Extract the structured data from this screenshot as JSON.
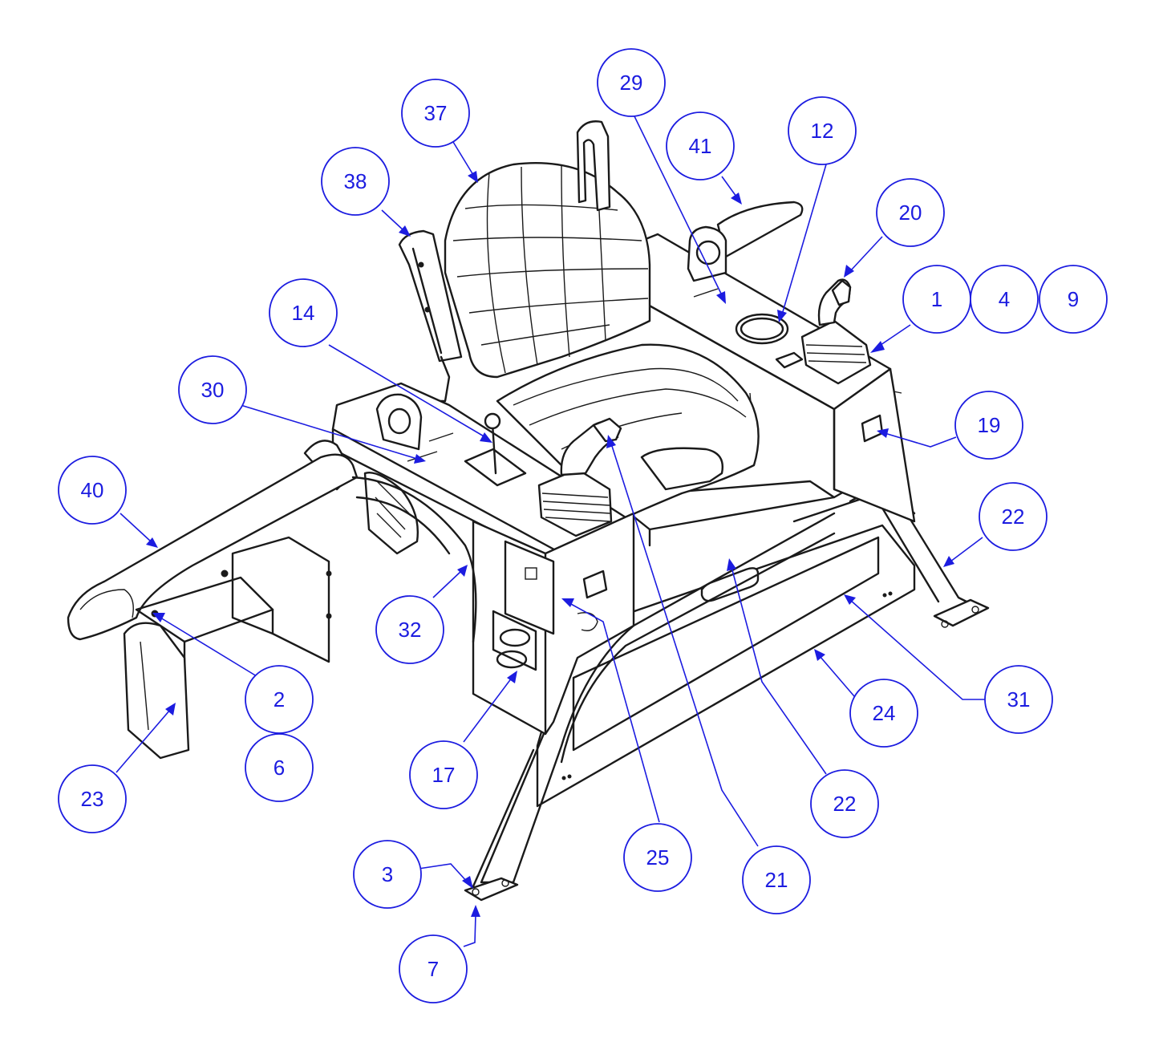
{
  "colors": {
    "callout": "#1c1ce0",
    "line": "#1a1a1a",
    "background": "#ffffff"
  },
  "callouts": [
    {
      "id": "c1",
      "label": "1"
    },
    {
      "id": "c2",
      "label": "2"
    },
    {
      "id": "c3",
      "label": "3"
    },
    {
      "id": "c4",
      "label": "4"
    },
    {
      "id": "c6",
      "label": "6"
    },
    {
      "id": "c7",
      "label": "7"
    },
    {
      "id": "c9",
      "label": "9"
    },
    {
      "id": "c12",
      "label": "12"
    },
    {
      "id": "c14",
      "label": "14"
    },
    {
      "id": "c17",
      "label": "17"
    },
    {
      "id": "c19",
      "label": "19"
    },
    {
      "id": "c20",
      "label": "20"
    },
    {
      "id": "c21",
      "label": "21"
    },
    {
      "id": "c22a",
      "label": "22"
    },
    {
      "id": "c22b",
      "label": "22"
    },
    {
      "id": "c23",
      "label": "23"
    },
    {
      "id": "c24",
      "label": "24"
    },
    {
      "id": "c25",
      "label": "25"
    },
    {
      "id": "c29",
      "label": "29"
    },
    {
      "id": "c30",
      "label": "30"
    },
    {
      "id": "c31",
      "label": "31"
    },
    {
      "id": "c32",
      "label": "32"
    },
    {
      "id": "c37",
      "label": "37"
    },
    {
      "id": "c38",
      "label": "38"
    },
    {
      "id": "c40",
      "label": "40"
    },
    {
      "id": "c41",
      "label": "41"
    }
  ]
}
